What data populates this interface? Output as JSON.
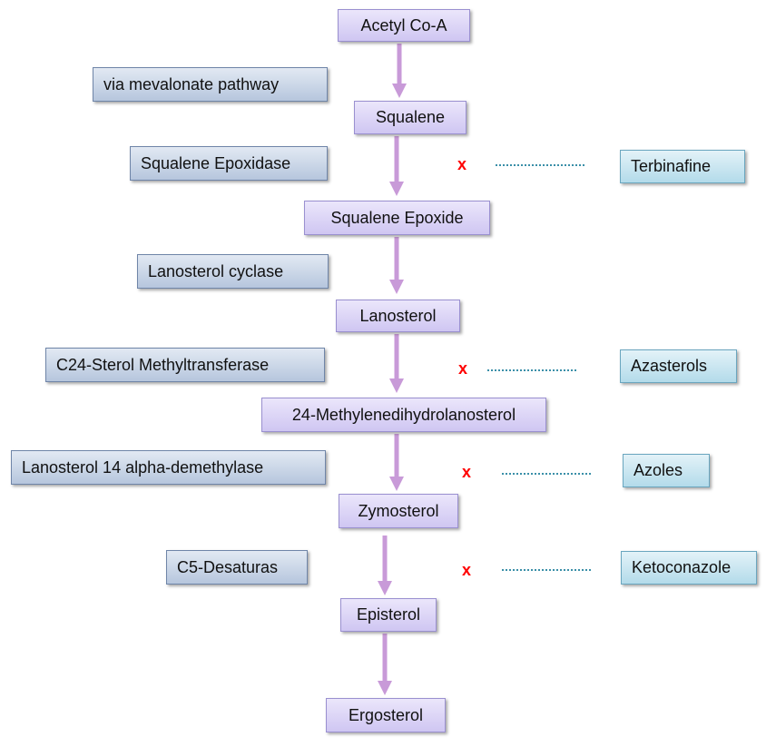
{
  "pathway": {
    "steps": [
      "Acetyl Co-A",
      "Squalene",
      "Squalene Epoxide",
      "Lanosterol",
      "24-Methylenedihydrolanosterol",
      "Zymosterol",
      "Episterol",
      "Ergosterol"
    ],
    "enzymes": [
      "via mevalonate pathway",
      "Squalene Epoxidase",
      "Lanosterol cyclase",
      "C24-Sterol Methyltransferase",
      "Lanosterol 14 alpha-demethylase",
      "C5-Desaturas"
    ],
    "inhibitors": [
      {
        "mark": "x",
        "drug": "Terbinafine"
      },
      {
        "mark": "x",
        "drug": "Azasterols"
      },
      {
        "mark": "x",
        "drug": "Azoles"
      },
      {
        "mark": "x",
        "drug": "Ketoconazole"
      }
    ]
  },
  "colors": {
    "step_fill": "#d9d2f5",
    "enzyme_fill": "#c5d3e6",
    "drug_fill": "#c6e5f1",
    "arrow": "#c89ad8",
    "inhibit_mark": "#ff0000",
    "dotted_line": "#3a8fa8"
  }
}
